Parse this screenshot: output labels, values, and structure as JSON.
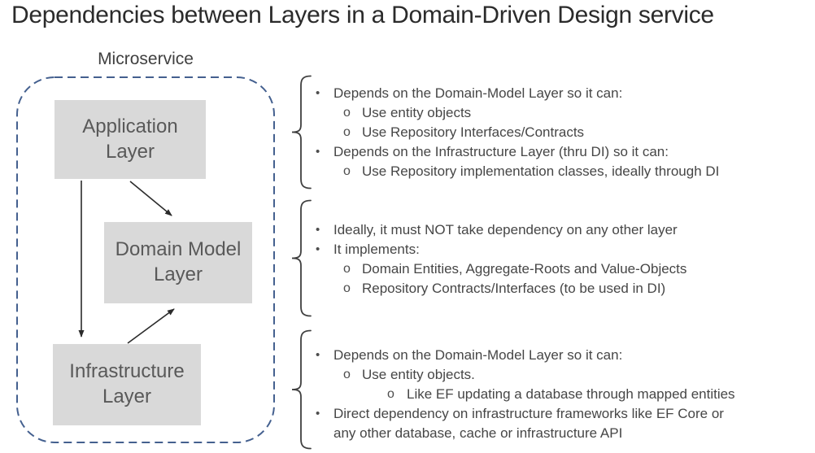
{
  "title": "Dependencies between Layers in a Domain-Driven Design service",
  "diagram": {
    "container_label": "Microservice",
    "boundary_color": "#44608f",
    "box_fill": "#d9d9d9",
    "box_text_color": "#595959",
    "boxes": [
      {
        "label": "Application Layer"
      },
      {
        "label": "Domain Model Layer"
      },
      {
        "label": "Infrastructure Layer"
      }
    ],
    "arrows": [
      {
        "from": "Application Layer",
        "to": "Infrastructure Layer"
      },
      {
        "from": "Application Layer",
        "to": "Domain Model Layer"
      },
      {
        "from": "Infrastructure Layer",
        "to": "Domain Model Layer"
      }
    ]
  },
  "bullets": {
    "level1": "•",
    "level2": "o",
    "level3": "o"
  },
  "sections": [
    {
      "items": [
        {
          "level": 1,
          "text": "Depends on the Domain-Model Layer so it can:"
        },
        {
          "level": 2,
          "text": "Use entity objects"
        },
        {
          "level": 2,
          "text": "Use Repository Interfaces/Contracts"
        },
        {
          "level": 1,
          "text": "Depends on the Infrastructure Layer (thru DI) so it can:"
        },
        {
          "level": 2,
          "text": "Use Repository implementation classes, ideally through DI"
        }
      ]
    },
    {
      "items": [
        {
          "level": 1,
          "text": "Ideally, it must NOT take dependency on any other layer"
        },
        {
          "level": 1,
          "text": "It implements:"
        },
        {
          "level": 2,
          "text": "Domain Entities, Aggregate-Roots and Value-Objects"
        },
        {
          "level": 2,
          "text": "Repository Contracts/Interfaces (to be used in DI)"
        }
      ]
    },
    {
      "items": [
        {
          "level": 1,
          "text": "Depends on the Domain-Model Layer so it can:"
        },
        {
          "level": 2,
          "text": "Use entity objects."
        },
        {
          "level": 3,
          "text": "Like EF updating a database through mapped entities"
        },
        {
          "level": 1,
          "text": "Direct dependency on infrastructure frameworks like EF Core or any other database, cache or infrastructure API"
        }
      ]
    }
  ],
  "colors": {
    "title_text": "#2b2b2b",
    "body_text": "#464646",
    "arrow_stroke": "#2b2b2b",
    "brace_stroke": "#3f3f3f"
  }
}
